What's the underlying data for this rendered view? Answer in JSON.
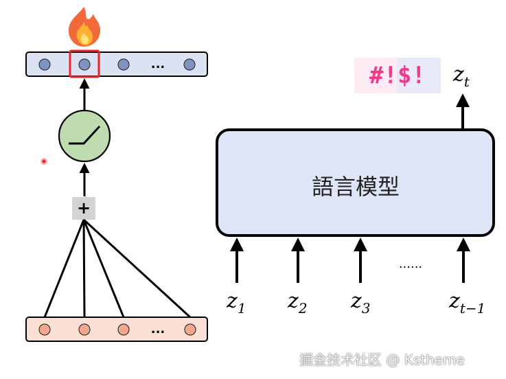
{
  "neuron": {
    "plus_symbol": "+",
    "top_row_ellipsis": "...",
    "bottom_row_ellipsis": "...",
    "highlight_color": "#e8262b"
  },
  "language_model": {
    "label": "語言模型",
    "output_glitch_text": "#!$!",
    "output_token": {
      "base": "z",
      "sub": "t"
    },
    "inputs": [
      {
        "base": "z",
        "sub": "1"
      },
      {
        "base": "z",
        "sub": "2"
      },
      {
        "base": "z",
        "sub": "3"
      },
      {
        "base": "z",
        "sub": "t−1"
      }
    ],
    "inputs_ellipsis": "......"
  },
  "watermark": "掘金技术社区 @ Kstheme",
  "colors": {
    "top_row_fill": "#dbe3f3",
    "bottom_row_fill": "#fbe0d6",
    "relu_fill": "#bfdcb0",
    "model_box_fill": "#dde5f6",
    "glitch_color": "#f0398a"
  }
}
